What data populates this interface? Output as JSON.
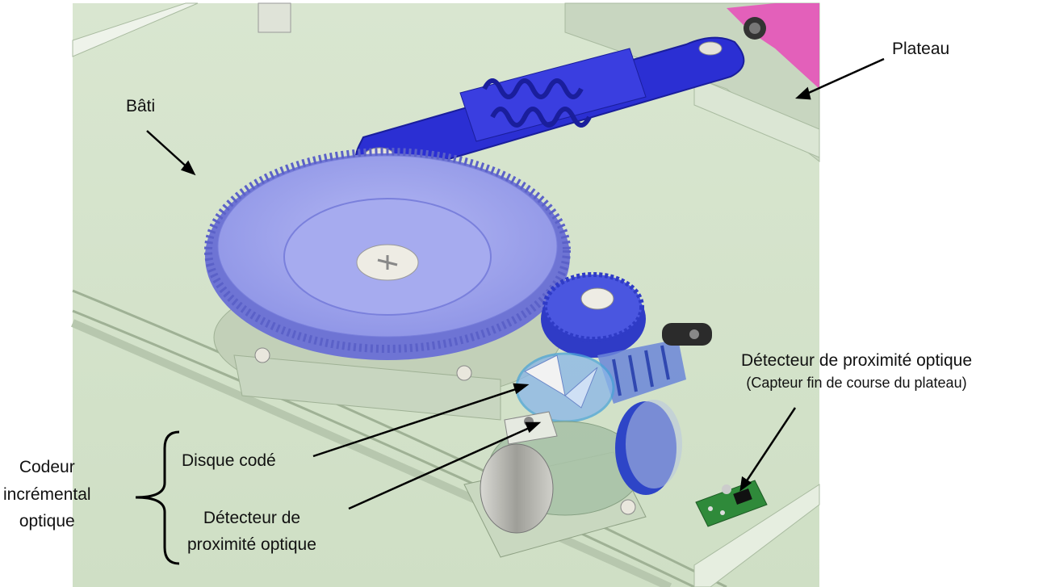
{
  "labels": {
    "plateau": "Plateau",
    "bati": "Bâti",
    "detecteur_fin_course": "Détecteur de proximité optique",
    "detecteur_fin_course_note": "(Capteur fin de course du plateau)",
    "disque_code": "Disque codé",
    "detecteur_codeur_line1": "Détecteur de",
    "detecteur_codeur_line2": "proximité optique",
    "codeur_line1": "Codeur",
    "codeur_line2": "incrémental",
    "codeur_line3": "optique"
  },
  "colors": {
    "frame": "#d3e2c9",
    "frame_dark": "#b3c5a9",
    "gear": "#9aa0ec",
    "gear_dark": "#6e74d4",
    "link": "#2b2fd3",
    "link_dark": "#1a1e9c",
    "pinion": "#3a48d8",
    "motor": "#b9b9b4",
    "pcb": "#2f8a3a",
    "plateau_pink": "#e030a8"
  }
}
